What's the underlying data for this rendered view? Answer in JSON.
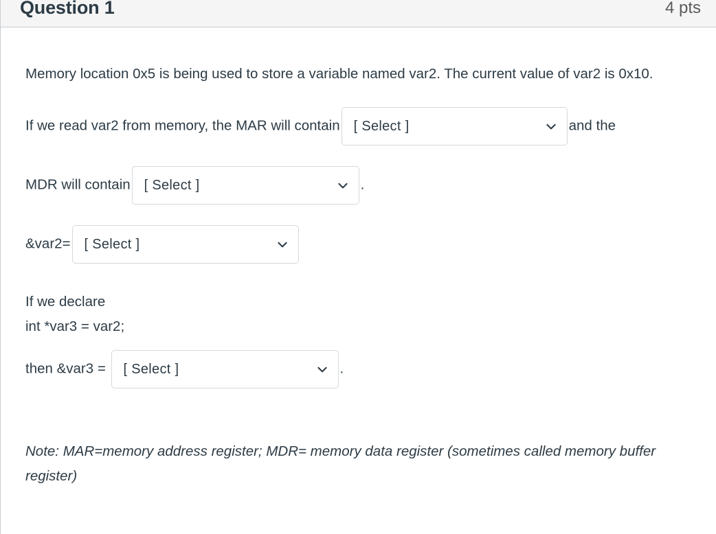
{
  "header": {
    "title": "Question 1",
    "points": "4 pts"
  },
  "body": {
    "intro": "Memory location 0x5 is being used to store a variable named var2.  The current value of var2 is 0x10.",
    "mar_prefix": "If we read var2 from memory, the MAR will contain",
    "mar_suffix": "and the",
    "mdr_prefix": "MDR will contain",
    "mdr_suffix": ".",
    "addr_prefix": "&var2=",
    "declare_line1": "If we declare",
    "declare_line2": "int *var3 = var2;",
    "declare_line3": "then &var3 =",
    "declare_suffix": ".",
    "note": "Note: MAR=memory address register; MDR= memory data register (sometimes called memory buffer register)"
  },
  "selects": {
    "mar": {
      "value": "[ Select ]",
      "icon": "chevron-down-icon"
    },
    "mdr": {
      "value": "[ Select ]",
      "icon": "chevron-down-icon"
    },
    "addr_var2": {
      "value": "[ Select ]",
      "icon": "chevron-down-icon"
    },
    "addr_var3": {
      "value": "[ Select ]",
      "icon": "chevron-down-icon"
    }
  },
  "colors": {
    "header_bg": "#f5f5f5",
    "border": "#c7cdd1",
    "text": "#2d3b45",
    "muted_text": "#5b5b5b",
    "select_border": "#d5d8dc"
  }
}
